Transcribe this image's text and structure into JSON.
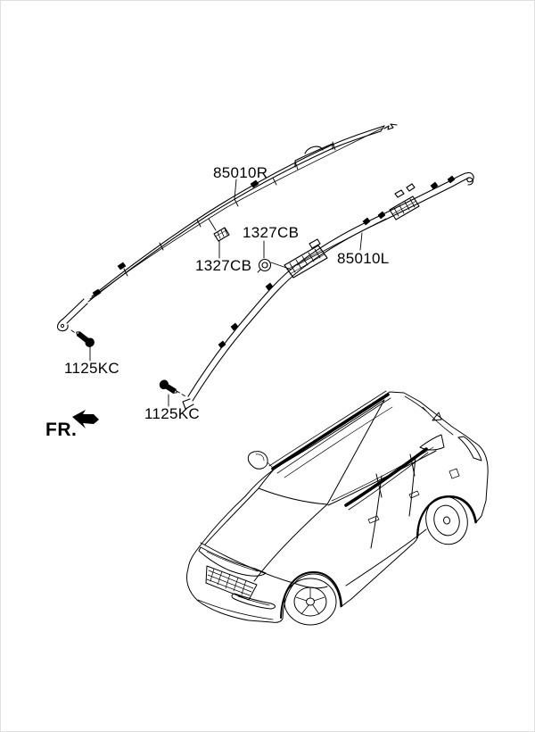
{
  "diagram": {
    "type": "vehicle-parts-diagram",
    "subject": "curtain-airbag-assembly",
    "colors": {
      "background": "#ffffff",
      "line": "#000000"
    },
    "callouts": {
      "airbag_right": "85010R",
      "airbag_left": "85010L",
      "clip_upper": "1327CB",
      "clip_lower": "1327CB",
      "bolt_left": "1125KC",
      "bolt_right": "1125KC"
    },
    "direction_indicator": {
      "label": "FR."
    }
  }
}
